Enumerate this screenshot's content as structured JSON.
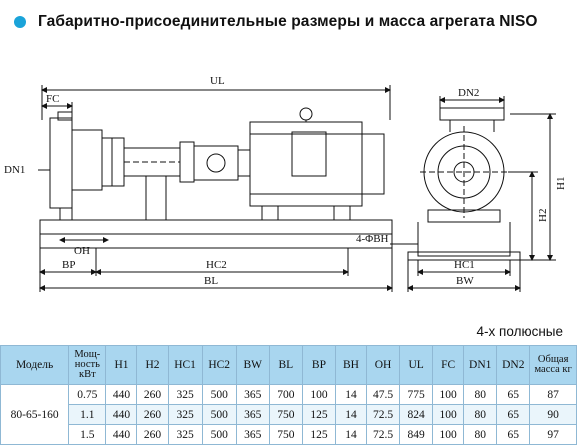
{
  "title": "Габаритно-присоединительные размеры и масса агрегата NISO",
  "drawing": {
    "labels": {
      "ul": "UL",
      "fc": "FC",
      "dn1": "DN1",
      "oh": "OH",
      "bp": "BP",
      "hc2": "HC2",
      "bl": "BL",
      "dn2": "DN2",
      "h1": "H1",
      "h2": "H2",
      "bh": "4-ΦBH",
      "hc1": "HC1",
      "bw": "BW"
    }
  },
  "subtitle": "4-х полюсные",
  "table": {
    "headers": [
      "Модель",
      "Мощ-ность кВт",
      "H1",
      "H2",
      "HC1",
      "HC2",
      "BW",
      "BL",
      "BP",
      "BH",
      "OH",
      "UL",
      "FC",
      "DN1",
      "DN2",
      "Общая масса кг"
    ],
    "model": "80-65-160",
    "rows": [
      [
        "0.75",
        "440",
        "260",
        "325",
        "500",
        "365",
        "700",
        "100",
        "14",
        "47.5",
        "775",
        "100",
        "80",
        "65",
        "87"
      ],
      [
        "1.1",
        "440",
        "260",
        "325",
        "500",
        "365",
        "750",
        "125",
        "14",
        "72.5",
        "824",
        "100",
        "80",
        "65",
        "90"
      ],
      [
        "1.5",
        "440",
        "260",
        "325",
        "500",
        "365",
        "750",
        "125",
        "14",
        "72.5",
        "849",
        "100",
        "80",
        "65",
        "97"
      ]
    ]
  },
  "colors": {
    "bullet": "#1aa3d9",
    "header_bg": "#a9d6ef",
    "row_alt_bg": "#eaf5fb",
    "grid": "#8fb8d4"
  }
}
